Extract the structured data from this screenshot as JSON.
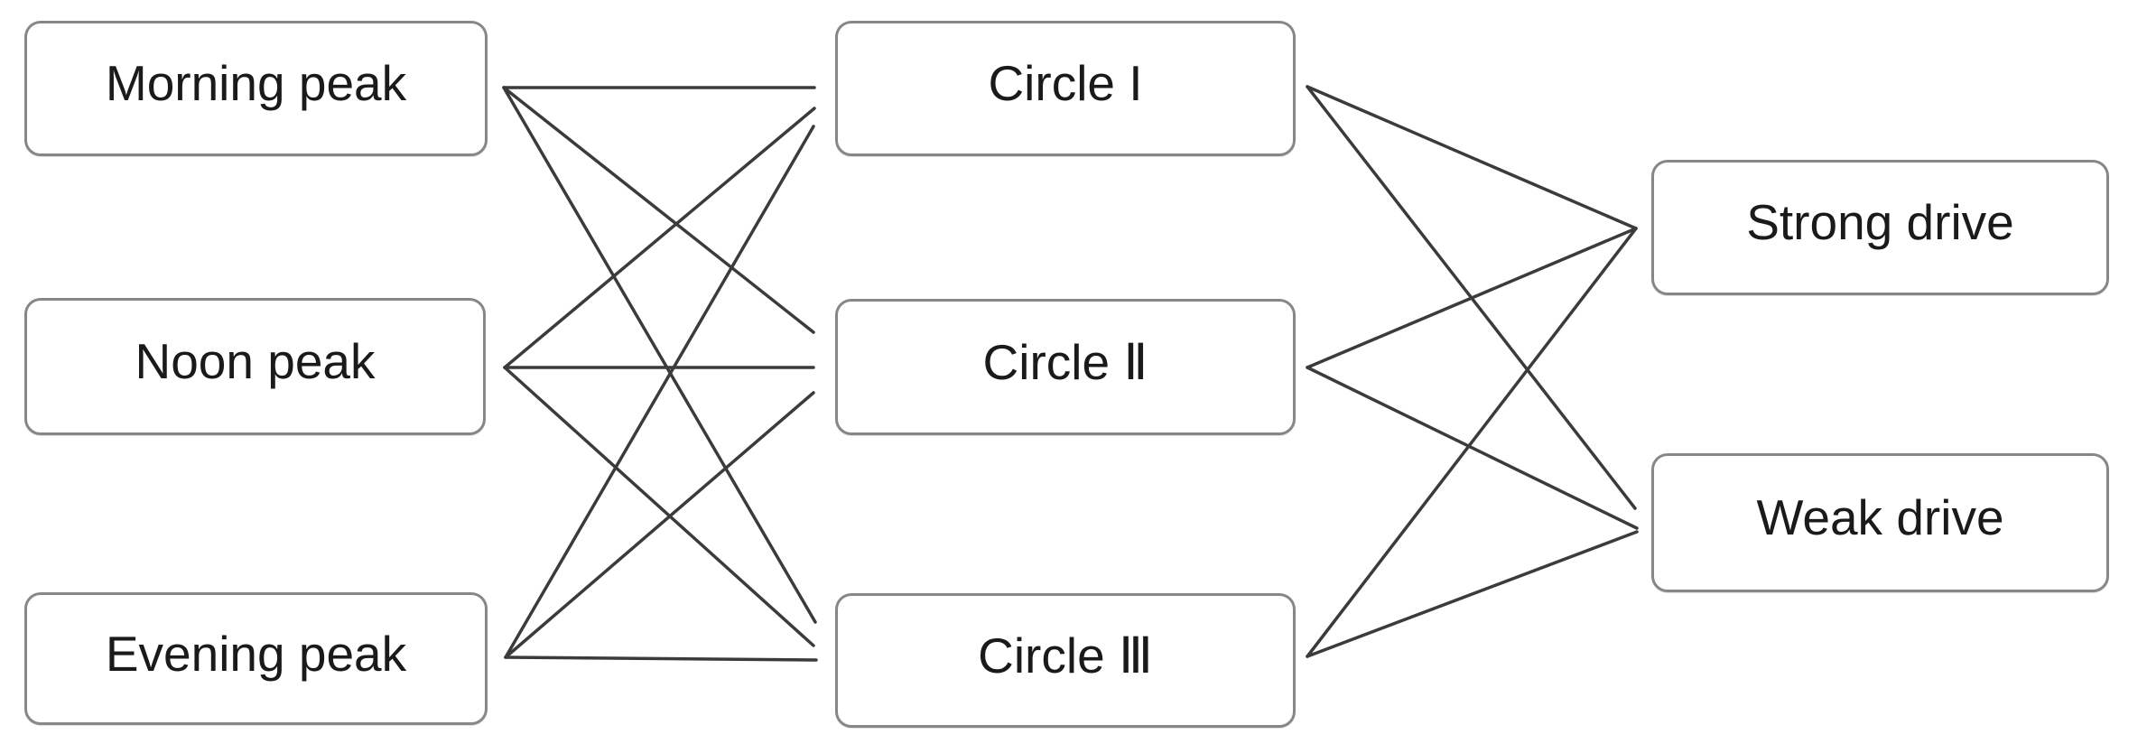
{
  "figure": {
    "type": "matching-diagram",
    "columns": [
      "peaks",
      "circles",
      "drives"
    ]
  },
  "colors": {
    "line": "#3b3b3b",
    "box_border": "#878787",
    "box_fill": "#ffffff",
    "text": "#1a1a1a"
  },
  "nodes": {
    "morning_peak": {
      "label": "Morning peak",
      "column": "peaks"
    },
    "noon_peak": {
      "label": "Noon peak",
      "column": "peaks"
    },
    "evening_peak": {
      "label": "Evening peak",
      "column": "peaks"
    },
    "circle_1": {
      "label": "Circle I",
      "column": "circles"
    },
    "circle_2": {
      "label": "Circle Ⅱ",
      "column": "circles"
    },
    "circle_3": {
      "label": "Circle Ⅲ",
      "column": "circles"
    },
    "strong_drive": {
      "label": "Strong drive",
      "column": "drives"
    },
    "weak_drive": {
      "label": "Weak drive",
      "column": "drives"
    }
  },
  "edges": [
    {
      "from": "morning_peak",
      "to": "circle_1"
    },
    {
      "from": "morning_peak",
      "to": "circle_2"
    },
    {
      "from": "morning_peak",
      "to": "circle_3"
    },
    {
      "from": "noon_peak",
      "to": "circle_1"
    },
    {
      "from": "noon_peak",
      "to": "circle_2"
    },
    {
      "from": "noon_peak",
      "to": "circle_3"
    },
    {
      "from": "evening_peak",
      "to": "circle_1"
    },
    {
      "from": "evening_peak",
      "to": "circle_2"
    },
    {
      "from": "evening_peak",
      "to": "circle_3"
    },
    {
      "from": "circle_1",
      "to": "strong_drive"
    },
    {
      "from": "circle_1",
      "to": "weak_drive"
    },
    {
      "from": "circle_2",
      "to": "strong_drive"
    },
    {
      "from": "circle_2",
      "to": "weak_drive"
    },
    {
      "from": "circle_3",
      "to": "strong_drive"
    },
    {
      "from": "circle_3",
      "to": "weak_drive"
    }
  ]
}
